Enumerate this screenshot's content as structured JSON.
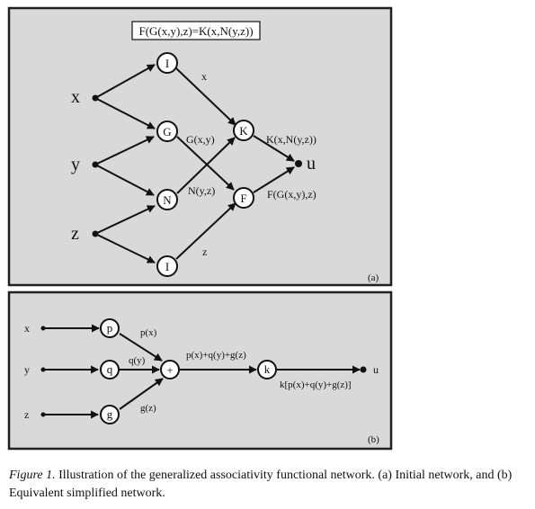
{
  "panel_a": {
    "equation": "F(G(x,y),z)=K(x,N(y,z))",
    "label": "(a)",
    "inputs": {
      "x": "x",
      "y": "y",
      "z": "z"
    },
    "output": "u",
    "nodes": {
      "I_top": "I",
      "G": "G",
      "N": "N",
      "I_bottom": "I",
      "K": "K",
      "F": "F"
    },
    "edge_labels": {
      "x": "x",
      "G": "G(x,y)",
      "N": "N(y,z)",
      "z": "z",
      "K": "K(x,N(y,z))",
      "F": "F(G(x,y),z)"
    }
  },
  "panel_b": {
    "label": "(b)",
    "inputs": {
      "x": "x",
      "y": "y",
      "z": "z"
    },
    "output": "u",
    "nodes": {
      "p": "p",
      "q": "q",
      "g": "g",
      "sum": "+",
      "k": "k"
    },
    "edge_labels": {
      "p": "p(x)",
      "q": "q(y)",
      "g": "g(z)",
      "sum": "p(x)+q(y)+g(z)",
      "k": "k[p(x)+q(y)+g(z)]"
    }
  },
  "caption": {
    "figure_label": "Figure 1.",
    "text": " Illustration of the generalized associativity functional network. (a) Initial network, and (b) Equivalent simplified network."
  }
}
